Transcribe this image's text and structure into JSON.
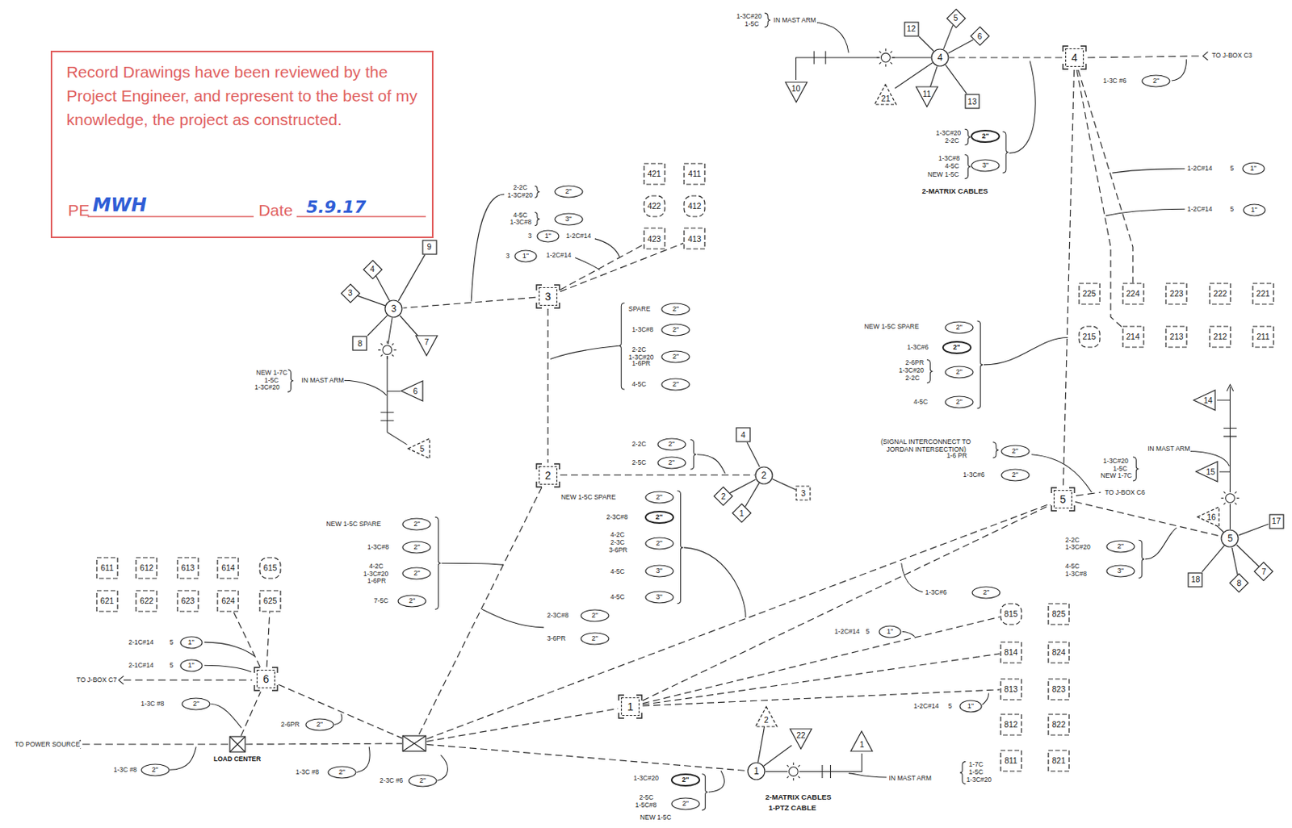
{
  "diagram": {
    "nodes": [
      {
        "text": [
          "Record Drawings have been reviewed by the Project Engineer, and represent to the best of my knowledge, the project as constructed.",
          "PE",
          "MWH",
          "Date",
          "5.9.17"
        ]
      },
      {
        "text": [
          "4"
        ]
      },
      {
        "text": [
          "3"
        ]
      },
      {
        "text": [
          "2"
        ]
      },
      {
        "text": [
          "5"
        ]
      },
      {
        "text": [
          "6"
        ]
      },
      {
        "text": [
          "1"
        ]
      },
      {
        "text": []
      },
      {
        "text": [
          "LOAD CENTER"
        ]
      },
      {
        "text": [
          "4"
        ]
      },
      {
        "text": [
          "3"
        ]
      },
      {
        "text": [
          "2"
        ]
      },
      {
        "text": [
          "5"
        ]
      },
      {
        "text": [
          "1"
        ]
      },
      {
        "text": [
          "12"
        ]
      },
      {
        "text": [
          "5"
        ]
      },
      {
        "text": [
          "6"
        ]
      },
      {
        "text": [
          "13"
        ]
      },
      {
        "text": [
          "11"
        ]
      },
      {
        "text": [
          "21"
        ]
      },
      {
        "text": [
          "10"
        ]
      },
      {
        "text": [
          "9"
        ]
      },
      {
        "text": [
          "4"
        ]
      },
      {
        "text": [
          "3"
        ]
      },
      {
        "text": [
          "8"
        ]
      },
      {
        "text": [
          "7"
        ]
      },
      {
        "text": [
          "6"
        ]
      },
      {
        "text": [
          "5"
        ]
      },
      {
        "text": [
          "4"
        ]
      },
      {
        "text": [
          "2"
        ]
      },
      {
        "text": [
          "1"
        ]
      },
      {
        "text": [
          "3"
        ]
      },
      {
        "text": [
          "14"
        ]
      },
      {
        "text": [
          "15"
        ]
      },
      {
        "text": [
          "16"
        ]
      },
      {
        "text": [
          "17"
        ]
      },
      {
        "text": [
          "7"
        ]
      },
      {
        "text": [
          "8"
        ]
      },
      {
        "text": [
          "18"
        ]
      },
      {
        "text": [
          "2"
        ]
      },
      {
        "text": [
          "22"
        ]
      },
      {
        "text": [
          "1"
        ]
      },
      {
        "text": [
          "421"
        ]
      },
      {
        "text": [
          "411"
        ]
      },
      {
        "text": [
          "422"
        ]
      },
      {
        "text": [
          "412"
        ]
      },
      {
        "text": [
          "423"
        ]
      },
      {
        "text": [
          "413"
        ]
      },
      {
        "text": [
          "225"
        ]
      },
      {
        "text": [
          "224"
        ]
      },
      {
        "text": [
          "223"
        ]
      },
      {
        "text": [
          "222"
        ]
      },
      {
        "text": [
          "221"
        ]
      },
      {
        "text": [
          "215"
        ]
      },
      {
        "text": [
          "214"
        ]
      },
      {
        "text": [
          "213"
        ]
      },
      {
        "text": [
          "212"
        ]
      },
      {
        "text": [
          "211"
        ]
      },
      {
        "text": [
          "611"
        ]
      },
      {
        "text": [
          "612"
        ]
      },
      {
        "text": [
          "613"
        ]
      },
      {
        "text": [
          "614"
        ]
      },
      {
        "text": [
          "615"
        ]
      },
      {
        "text": [
          "621"
        ]
      },
      {
        "text": [
          "622"
        ]
      },
      {
        "text": [
          "623"
        ]
      },
      {
        "text": [
          "624"
        ]
      },
      {
        "text": [
          "625"
        ]
      },
      {
        "text": [
          "815"
        ]
      },
      {
        "text": [
          "825"
        ]
      },
      {
        "text": [
          "814"
        ]
      },
      {
        "text": [
          "824"
        ]
      },
      {
        "text": [
          "813"
        ]
      },
      {
        "text": [
          "823"
        ]
      },
      {
        "text": [
          "812"
        ]
      },
      {
        "text": [
          "822"
        ]
      },
      {
        "text": [
          "811"
        ]
      },
      {
        "text": [
          "821"
        ]
      },
      {
        "text": [
          "2\""
        ]
      },
      {
        "text": [
          "2\""
        ]
      },
      {
        "text": [
          "3\""
        ]
      },
      {
        "text": [
          "1\""
        ]
      },
      {
        "text": [
          "1\""
        ]
      },
      {
        "text": [
          "2\""
        ]
      },
      {
        "text": [
          "2\""
        ]
      },
      {
        "text": [
          "2\""
        ]
      },
      {
        "text": [
          "2\""
        ]
      },
      {
        "text": [
          "2\""
        ]
      },
      {
        "text": [
          "2\""
        ]
      },
      {
        "text": [
          "2\""
        ]
      },
      {
        "text": [
          "3\""
        ]
      },
      {
        "text": [
          "2\""
        ]
      },
      {
        "text": [
          "3\""
        ]
      },
      {
        "text": [
          "1\""
        ]
      },
      {
        "text": [
          "1\""
        ]
      },
      {
        "text": [
          "2\""
        ]
      },
      {
        "text": [
          "2\""
        ]
      },
      {
        "text": [
          "2\""
        ]
      },
      {
        "text": [
          "2\""
        ]
      },
      {
        "text": [
          "2\""
        ]
      },
      {
        "text": [
          "2\""
        ]
      },
      {
        "text": [
          "2\""
        ]
      },
      {
        "text": [
          "2\""
        ]
      },
      {
        "text": [
          "2\""
        ]
      },
      {
        "text": [
          "3\""
        ]
      },
      {
        "text": [
          "3\""
        ]
      },
      {
        "text": [
          "2\""
        ]
      },
      {
        "text": [
          "2\""
        ]
      },
      {
        "text": [
          "2\""
        ]
      },
      {
        "text": [
          "2\""
        ]
      },
      {
        "text": [
          "1\""
        ]
      },
      {
        "text": [
          "1\""
        ]
      },
      {
        "text": [
          "2\""
        ]
      },
      {
        "text": [
          "2\""
        ]
      },
      {
        "text": [
          "2\""
        ]
      },
      {
        "text": [
          "2\""
        ]
      },
      {
        "text": [
          "2\""
        ]
      },
      {
        "text": [
          "2\""
        ]
      },
      {
        "text": [
          "2\""
        ]
      },
      {
        "text": [
          "2\""
        ]
      },
      {
        "text": [
          "1\""
        ]
      },
      {
        "text": [
          "1\""
        ]
      },
      {
        "text": [
          "2\""
        ]
      },
      {
        "text": [
          "2\""
        ]
      }
    ],
    "edges": [
      {
        "from": 1,
        "to": 9,
        "arrow": "none"
      },
      {
        "from": 1,
        "to": 4,
        "arrow": "none"
      },
      {
        "from": 2,
        "to": 10,
        "arrow": "none"
      },
      {
        "from": 2,
        "to": 3,
        "arrow": "none"
      },
      {
        "from": 3,
        "to": 11,
        "arrow": "none"
      },
      {
        "from": 3,
        "to": 7,
        "arrow": "none"
      },
      {
        "from": 4,
        "to": 12,
        "arrow": "none"
      },
      {
        "from": 7,
        "to": 4,
        "arrow": "none"
      },
      {
        "from": 6,
        "to": 4,
        "arrow": "none"
      },
      {
        "from": 5,
        "to": 7,
        "arrow": "none"
      },
      {
        "from": 8,
        "to": 7,
        "arrow": "none"
      },
      {
        "from": 8,
        "to": 5,
        "arrow": "none"
      },
      {
        "from": 7,
        "to": 6,
        "arrow": "none"
      },
      {
        "from": 7,
        "to": 13,
        "arrow": "none"
      },
      {
        "from": 2,
        "to": 46,
        "arrow": "none"
      },
      {
        "from": 2,
        "to": 47,
        "arrow": "none"
      },
      {
        "from": 1,
        "to": 49,
        "arrow": "none"
      },
      {
        "from": 1,
        "to": 54,
        "arrow": "none"
      },
      {
        "from": 5,
        "to": 66,
        "arrow": "none"
      },
      {
        "from": 5,
        "to": 67,
        "arrow": "none"
      },
      {
        "from": 6,
        "to": 68,
        "arrow": "none"
      },
      {
        "from": 6,
        "to": 70,
        "arrow": "none"
      },
      {
        "from": 6,
        "to": 72,
        "arrow": "none"
      },
      {
        "from": 9,
        "to": 14,
        "arrow": "none"
      },
      {
        "from": 9,
        "to": 15,
        "arrow": "none"
      },
      {
        "from": 9,
        "to": 16,
        "arrow": "none"
      },
      {
        "from": 9,
        "to": 17,
        "arrow": "none"
      },
      {
        "from": 9,
        "to": 18,
        "arrow": "none"
      },
      {
        "from": 9,
        "to": 19,
        "arrow": "none"
      },
      {
        "from": 10,
        "to": 21,
        "arrow": "none"
      },
      {
        "from": 10,
        "to": 22,
        "arrow": "none"
      },
      {
        "from": 10,
        "to": 23,
        "arrow": "none"
      },
      {
        "from": 10,
        "to": 24,
        "arrow": "none"
      },
      {
        "from": 10,
        "to": 25,
        "arrow": "none"
      },
      {
        "from": 11,
        "to": 28,
        "arrow": "none"
      },
      {
        "from": 11,
        "to": 29,
        "arrow": "none"
      },
      {
        "from": 11,
        "to": 30,
        "arrow": "none"
      },
      {
        "from": 11,
        "to": 31,
        "arrow": "none"
      },
      {
        "from": 12,
        "to": 34,
        "arrow": "none"
      },
      {
        "from": 12,
        "to": 35,
        "arrow": "none"
      },
      {
        "from": 12,
        "to": 36,
        "arrow": "none"
      },
      {
        "from": 12,
        "to": 37,
        "arrow": "none"
      },
      {
        "from": 12,
        "to": 38,
        "arrow": "none"
      },
      {
        "from": 13,
        "to": 39,
        "arrow": "none"
      },
      {
        "from": 13,
        "to": 40,
        "arrow": "none"
      }
    ],
    "labels": [
      "1-3C#20",
      "1-5C",
      "IN MAST ARM",
      "TO J-BOX C3",
      "1-3C #6",
      "1-3C#20",
      "2-2C",
      "1-3C#8",
      "4-5C",
      "NEW 1-5C",
      "2-MATRIX CABLES",
      "1-2C#14",
      "5",
      "1-2C#14",
      "5",
      "NEW 1-5C SPARE",
      "1-3C#6",
      "2-6PR",
      "1-3C#20",
      "2-2C",
      "4-5C",
      "(SIGNAL INTERCONNECT TO",
      "JORDAN INTERSECTION)",
      "1-6 PR",
      "1-3C#6",
      "TO J-BOX C6",
      "1-3C#20",
      "1-5C",
      "NEW 1-7C",
      "IN MAST ARM",
      "2-2C",
      "1-3C#20",
      "4-5C",
      "1-3C#8",
      "2-2C",
      "1-3C#20",
      "4-5C",
      "1-3C#8",
      "3",
      "1-2C#14",
      "3",
      "1-2C#14",
      "NEW 1-7C",
      "1-5C",
      "1-3C#20",
      "IN MAST ARM",
      "SPARE",
      "1-3C#8",
      "2-2C",
      "1-3C#20",
      "1-6PR",
      "4-5C",
      "2-2C",
      "2-5C",
      "NEW 1-5C SPARE",
      "2-3C#8",
      "4-2C",
      "2-3C",
      "3-6PR",
      "4-5C",
      "4-5C",
      "NEW 1-5C SPARE",
      "1-3C#8",
      "4-2C",
      "1-3C#20",
      "1-6PR",
      "7-5C",
      "2-1C#14",
      "5",
      "2-1C#14",
      "5",
      "TO J-BOX C7",
      "1-3C #8",
      "2-6PR",
      "TO POWER SOURCE",
      "1-3C #8",
      "1-3C #8",
      "2-3C #6",
      "2-3C#8",
      "3-6PR",
      "1-3C#6",
      "1-2C#14",
      "5",
      "1-2C#14",
      "5",
      "IN MAST ARM",
      "1-7C",
      "1-5C",
      "1-3C#20",
      "2-MATRIX CABLES",
      "1-PTZ CABLE",
      "1-3C#20",
      "2-5C",
      "1-5C#8",
      "NEW 1-5C"
    ]
  }
}
